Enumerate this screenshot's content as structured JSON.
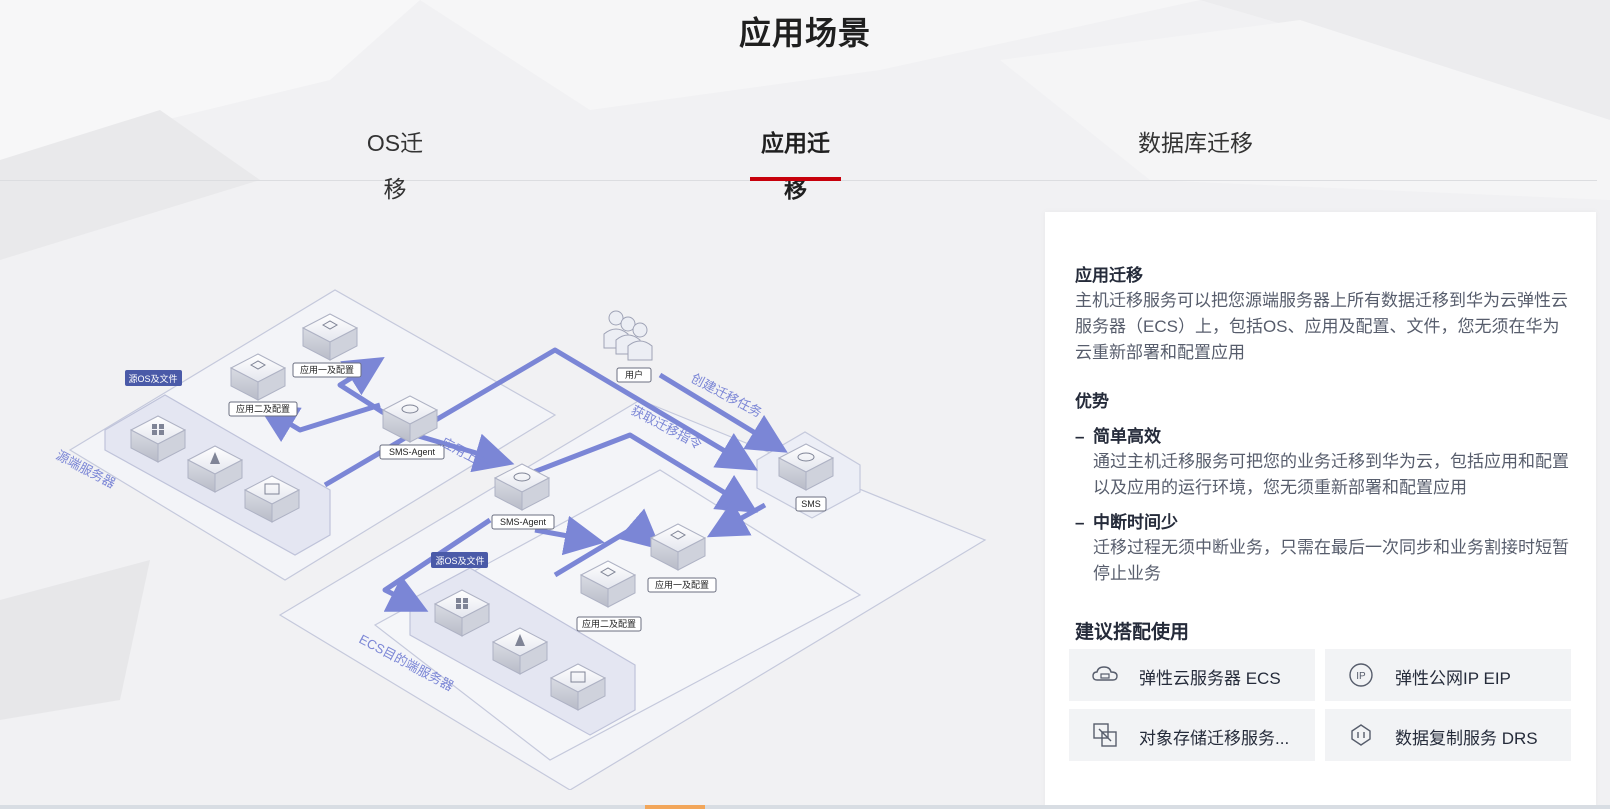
{
  "page_title": "应用场景",
  "tabs": [
    {
      "label": "OS迁移",
      "active": false
    },
    {
      "label": "应用迁移",
      "active": true
    },
    {
      "label": "数据库迁移",
      "active": false
    }
  ],
  "diagram": {
    "source_zone_label": "源端服务器",
    "target_zone_label": "ECS目的端服务器",
    "source_os_badge": "源OS及文件",
    "target_os_badge": "源OS及文件",
    "agent_source": "SMS-Agent",
    "agent_target": "SMS-Agent",
    "user_label": "用户",
    "sms_label": "SMS",
    "app_level1": "应用一及配置",
    "app_level2": "应用二及配置",
    "target_app_level1": "应用一及配置",
    "target_app_level2": "应用二及配置",
    "flow_to_cloud": "应用上云",
    "flow_create_task": "创建迁移任务",
    "flow_get_command": "获取迁移指令"
  },
  "panel": {
    "title": "应用迁移",
    "description": "主机迁移服务可以把您源端服务器上所有数据迁移到华为云弹性云服务器（ECS）上，包括OS、应用及配置、文件，您无须在华为云重新部署和配置应用",
    "advantages_title": "优势",
    "advantages": [
      {
        "title": "简单高效",
        "body": "通过主机迁移服务可把您的业务迁移到华为云，包括应用和配置以及应用的运行环境，您无须重新部署和配置应用"
      },
      {
        "title": "中断时间少",
        "body": "迁移过程无须中断业务，只需在最后一次同步和业务割接时短暂停止业务"
      }
    ],
    "recommend_title": "建议搭配使用",
    "recommend": [
      {
        "label": "弹性云服务器 ECS",
        "icon": "cloud-server-icon"
      },
      {
        "label": "弹性公网IP EIP",
        "icon": "ip-icon"
      },
      {
        "label": "对象存储迁移服务...",
        "icon": "storage-migration-icon"
      },
      {
        "label": "数据复制服务 DRS",
        "icon": "data-replication-icon"
      }
    ]
  },
  "colors": {
    "accent": "#c7000b",
    "flow": "#7b86d6",
    "badge": "#4a5aa8"
  }
}
